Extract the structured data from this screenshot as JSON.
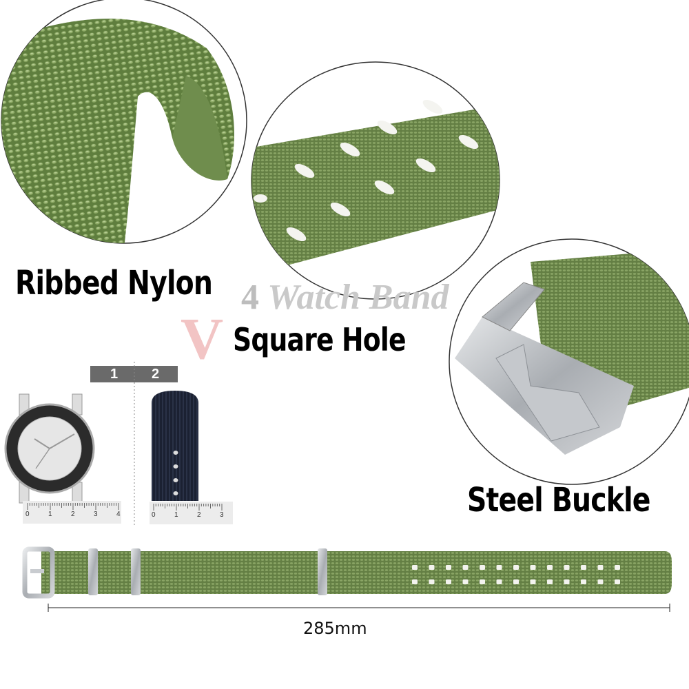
{
  "labels": {
    "ribbed_nylon": "Ribbed Nylon",
    "square_hole": "Square Hole",
    "steel_buckle": "Steel Buckle"
  },
  "watermark": {
    "brand_letter": "V",
    "brand_number": "4",
    "brand_text": "Watch Band"
  },
  "measurement": {
    "step_1": "1",
    "step_2": "2",
    "ruler_watch_ticks": [
      "0",
      "1",
      "2",
      "3",
      "4"
    ],
    "ruler_strap_ticks": [
      "0",
      "1",
      "2",
      "3"
    ]
  },
  "strap_length": "285mm",
  "colors": {
    "strap_green": "#6f8f4c",
    "strap_navy": "#1c2233",
    "steel": "#b9bcc0",
    "watermark_red": "#f2c4c4"
  }
}
